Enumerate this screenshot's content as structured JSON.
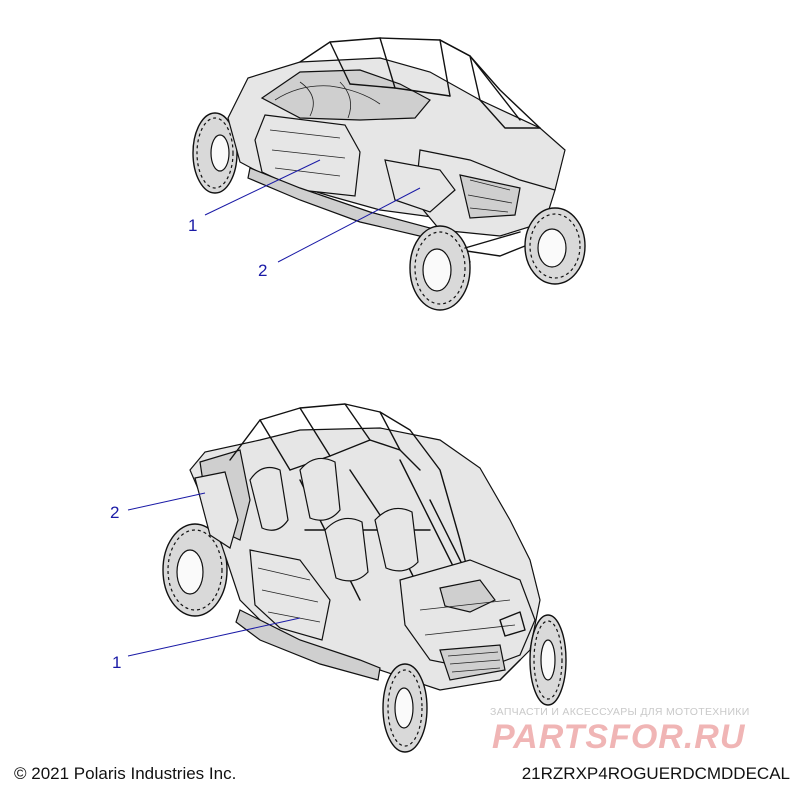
{
  "callouts": {
    "top_1": "1",
    "top_2": "2",
    "bottom_2": "2",
    "bottom_1": "1"
  },
  "footer": {
    "copyright": "© 2021 Polaris Industries Inc.",
    "part_code": "21RZRXP4ROGUERDCMDDECAL"
  },
  "watermark": {
    "subtitle": "ЗАПЧАСТИ И АКСЕССУАРЫ ДЛЯ МОТОТЕХНИКИ",
    "logo": "PARTSFOR.RU"
  },
  "colors": {
    "callout": "#1a1aa6",
    "line_art": "#111111",
    "watermark": "#f0b5b5"
  }
}
